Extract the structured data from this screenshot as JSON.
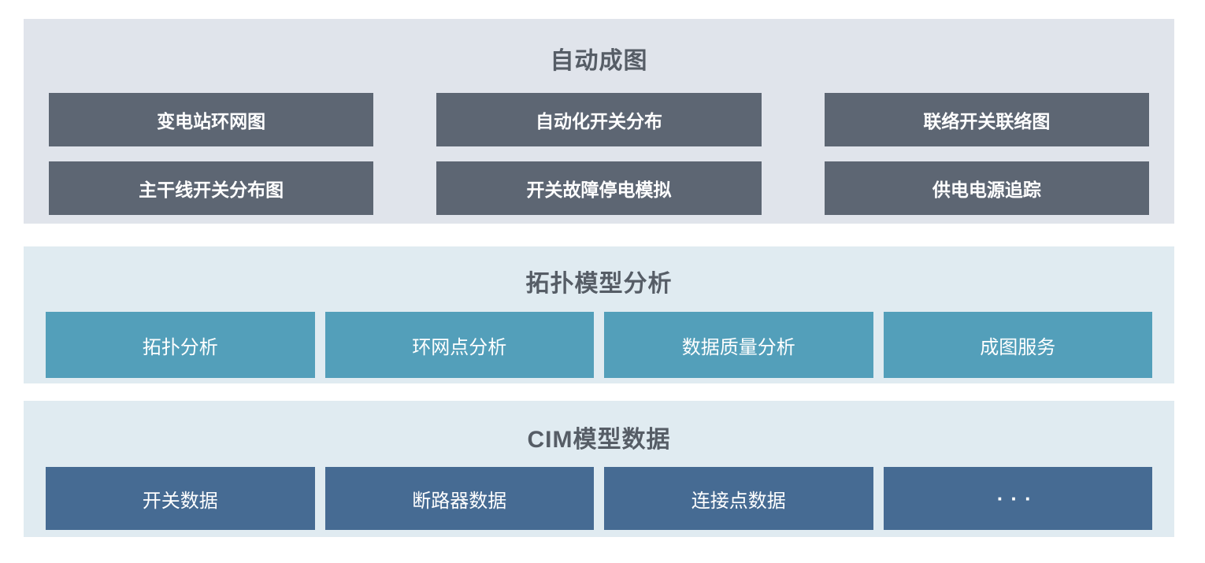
{
  "colors": {
    "page_bg": "#ffffff",
    "auto_band_bg": "#e0e4eb",
    "analysis_band_bg": "#e0ebf1",
    "cim_band_bg": "#e0ebf1",
    "slate_box_bg": "#5d6673",
    "teal_box_bg": "#539fba",
    "blue_box_bg": "#466b93",
    "band_title_text": "#565d66",
    "box_text": "#ffffff"
  },
  "sections": [
    {
      "title": "自动成图",
      "rows": [
        [
          "变电站环网图",
          "自动化开关分布",
          "联络开关联络图"
        ],
        [
          "主干线开关分布图",
          "开关故障停电模拟",
          "供电电源追踪"
        ]
      ]
    },
    {
      "title": "拓扑模型分析",
      "rows": [
        [
          "拓扑分析",
          "环网点分析",
          "数据质量分析",
          "成图服务"
        ]
      ]
    },
    {
      "title": "CIM模型数据",
      "rows": [
        [
          "开关数据",
          "断路器数据",
          "连接点数据",
          "···"
        ]
      ]
    }
  ]
}
